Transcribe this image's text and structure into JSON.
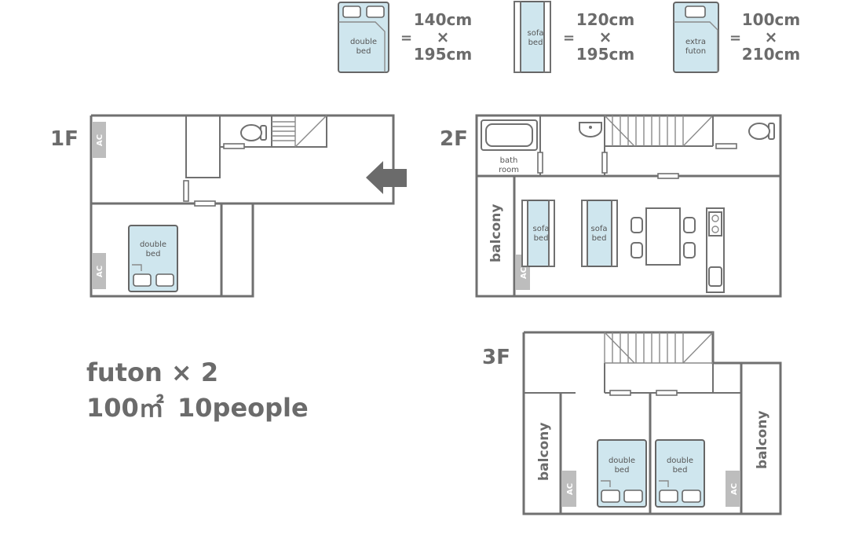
{
  "legend": [
    {
      "name_line1": "double",
      "name_line2": "bed",
      "eq": "=",
      "width": "140cm",
      "times": "×",
      "length": "195cm"
    },
    {
      "name_line1": "sofa",
      "name_line2": "bed",
      "eq": "=",
      "width": "120cm",
      "times": "×",
      "length": "195cm"
    },
    {
      "name_line1": "extra",
      "name_line2": "futon",
      "eq": "=",
      "width": "100cm",
      "times": "×",
      "length": "210cm"
    }
  ],
  "floors": {
    "f1": {
      "label": "1F",
      "ac": "AC",
      "bed": {
        "line1": "double",
        "line2": "bed"
      }
    },
    "f2": {
      "label": "2F",
      "ac": "AC",
      "bathroom": {
        "line1": "bath",
        "line2": "room"
      },
      "balcony": "balcony",
      "sofa": {
        "line1": "sofa",
        "line2": "bed"
      }
    },
    "f3": {
      "label": "3F",
      "ac": "AC",
      "balcony": "balcony",
      "bed": {
        "line1": "double",
        "line2": "bed"
      }
    }
  },
  "summary": {
    "futon": "futon × 2",
    "area": "100㎡",
    "people": "10people"
  },
  "colors": {
    "wall": "#707070",
    "bed": "#cfe6ee",
    "ac": "#bdbdbd",
    "text": "#6b6b6b"
  }
}
